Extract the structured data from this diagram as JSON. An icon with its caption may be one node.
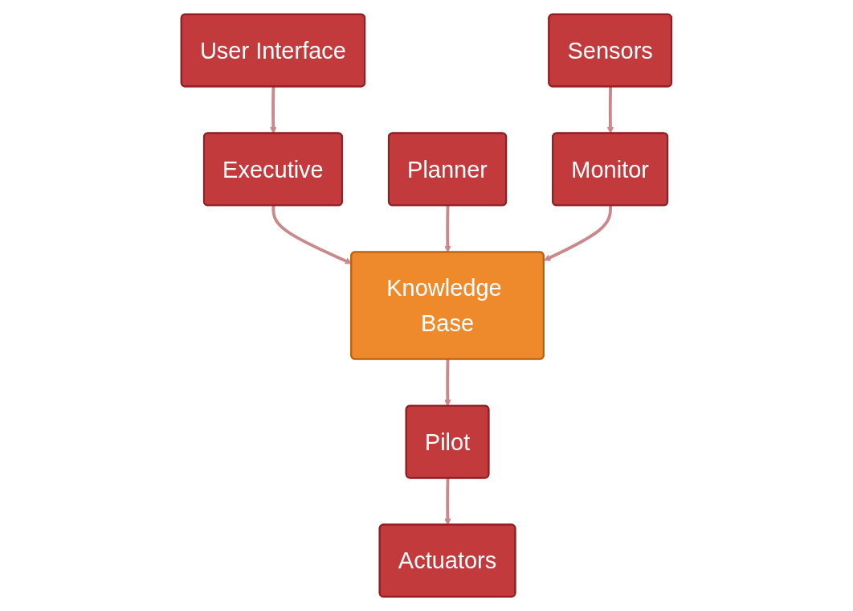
{
  "diagram": {
    "nodes": [
      {
        "text": [
          "User Interface"
        ]
      },
      {
        "text": [
          "Executive"
        ]
      },
      {
        "text": [
          "Planner"
        ]
      },
      {
        "text": [
          "Knowledge Base"
        ]
      },
      {
        "text": [
          "Monitor"
        ]
      },
      {
        "text": [
          "Pilot"
        ]
      },
      {
        "text": [
          "Sensors"
        ]
      },
      {
        "text": [
          "Actuators"
        ]
      }
    ],
    "edges": [
      {
        "from": 0,
        "to": 1,
        "arrow": "to"
      },
      {
        "from": 1,
        "to": 3,
        "arrow": "to"
      },
      {
        "from": 2,
        "to": 3,
        "arrow": "to"
      },
      {
        "from": 4,
        "to": 3,
        "arrow": "to"
      },
      {
        "from": 3,
        "to": 5,
        "arrow": "to"
      },
      {
        "from": 5,
        "to": 7,
        "arrow": "to"
      },
      {
        "from": 6,
        "to": 4,
        "arrow": "to"
      }
    ]
  }
}
